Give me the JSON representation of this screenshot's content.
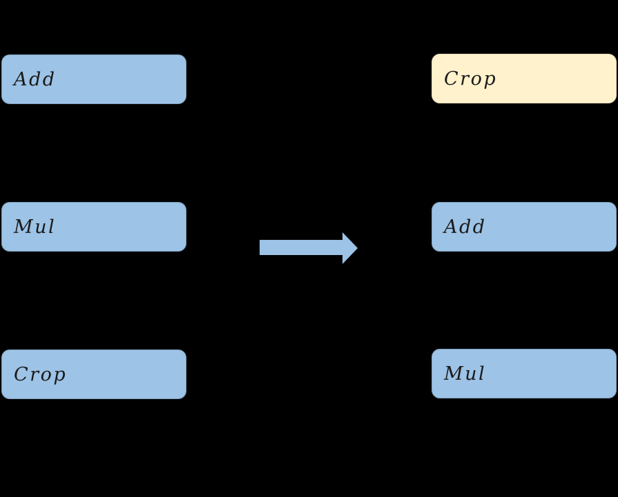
{
  "diagram": {
    "background": "#000000",
    "left_column": {
      "nodes": [
        {
          "label": "Add",
          "highlighted": false
        },
        {
          "label": "Mul",
          "highlighted": false
        },
        {
          "label": "Crop",
          "highlighted": false
        }
      ]
    },
    "arrow": {
      "direction": "right",
      "color": "#9dc3e6"
    },
    "right_column": {
      "nodes": [
        {
          "label": "Crop",
          "highlighted": true
        },
        {
          "label": "Add",
          "highlighted": false
        },
        {
          "label": "Mul",
          "highlighted": false
        }
      ]
    },
    "colors": {
      "node_fill": "#9dc3e6",
      "highlight_fill": "#fff2cc",
      "text": "#1a1a1a"
    }
  }
}
